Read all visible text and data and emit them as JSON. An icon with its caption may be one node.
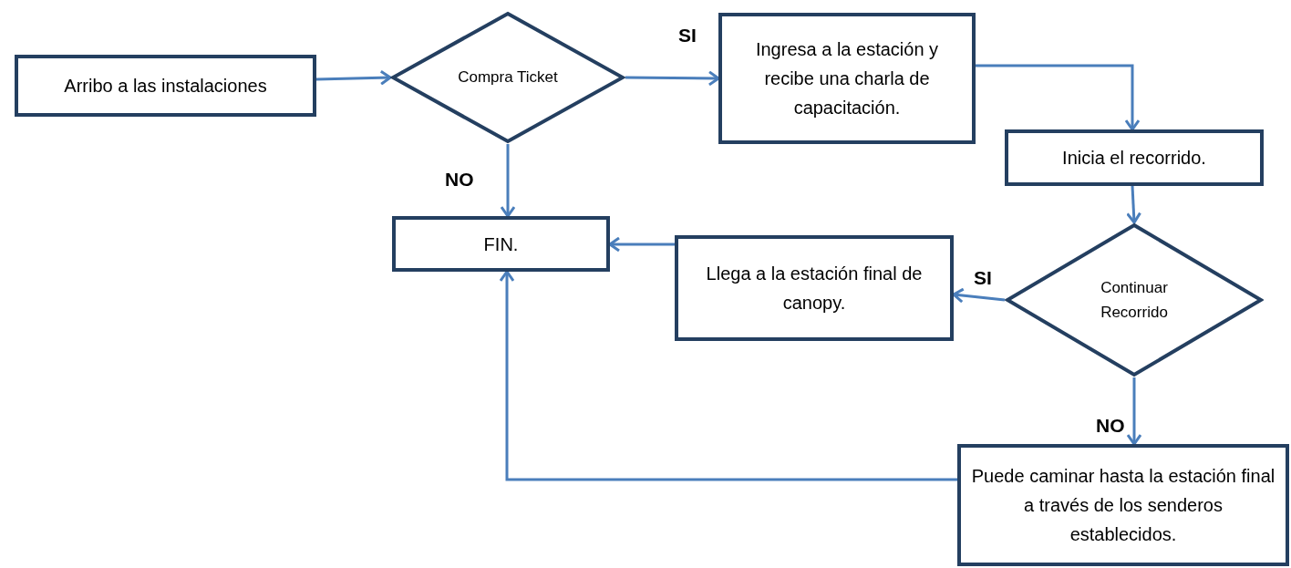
{
  "diagram": {
    "nodes": [
      {
        "text": [
          "Arribo a las instalaciones"
        ]
      },
      {
        "text": [
          "Compra Ticket"
        ]
      },
      {
        "text": [
          "Ingresa a la estación y recibe una charla de capacitación."
        ]
      },
      {
        "text": [
          "Inicia el recorrido."
        ]
      },
      {
        "text": [
          "FIN."
        ]
      },
      {
        "text": [
          "Llega a la estación final de canopy."
        ]
      },
      {
        "text": [
          "Continuar Recorrido"
        ]
      },
      {
        "text": [
          "Puede caminar hasta la estación final a través de los senderos establecidos."
        ]
      }
    ],
    "edges": [
      {
        "from": 0,
        "to": 1,
        "arrow": "to"
      },
      {
        "from": 1,
        "to": 2,
        "arrow": "to",
        "label": "SI"
      },
      {
        "from": 2,
        "to": 3,
        "arrow": "to"
      },
      {
        "from": 3,
        "to": 6,
        "arrow": "to"
      },
      {
        "from": 1,
        "to": 4,
        "arrow": "to",
        "label": "NO"
      },
      {
        "from": 6,
        "to": 5,
        "arrow": "to",
        "label": "SI"
      },
      {
        "from": 5,
        "to": 4,
        "arrow": "to"
      },
      {
        "from": 6,
        "to": 7,
        "arrow": "to",
        "label": "NO"
      },
      {
        "from": 7,
        "to": 4,
        "arrow": "to"
      }
    ]
  }
}
